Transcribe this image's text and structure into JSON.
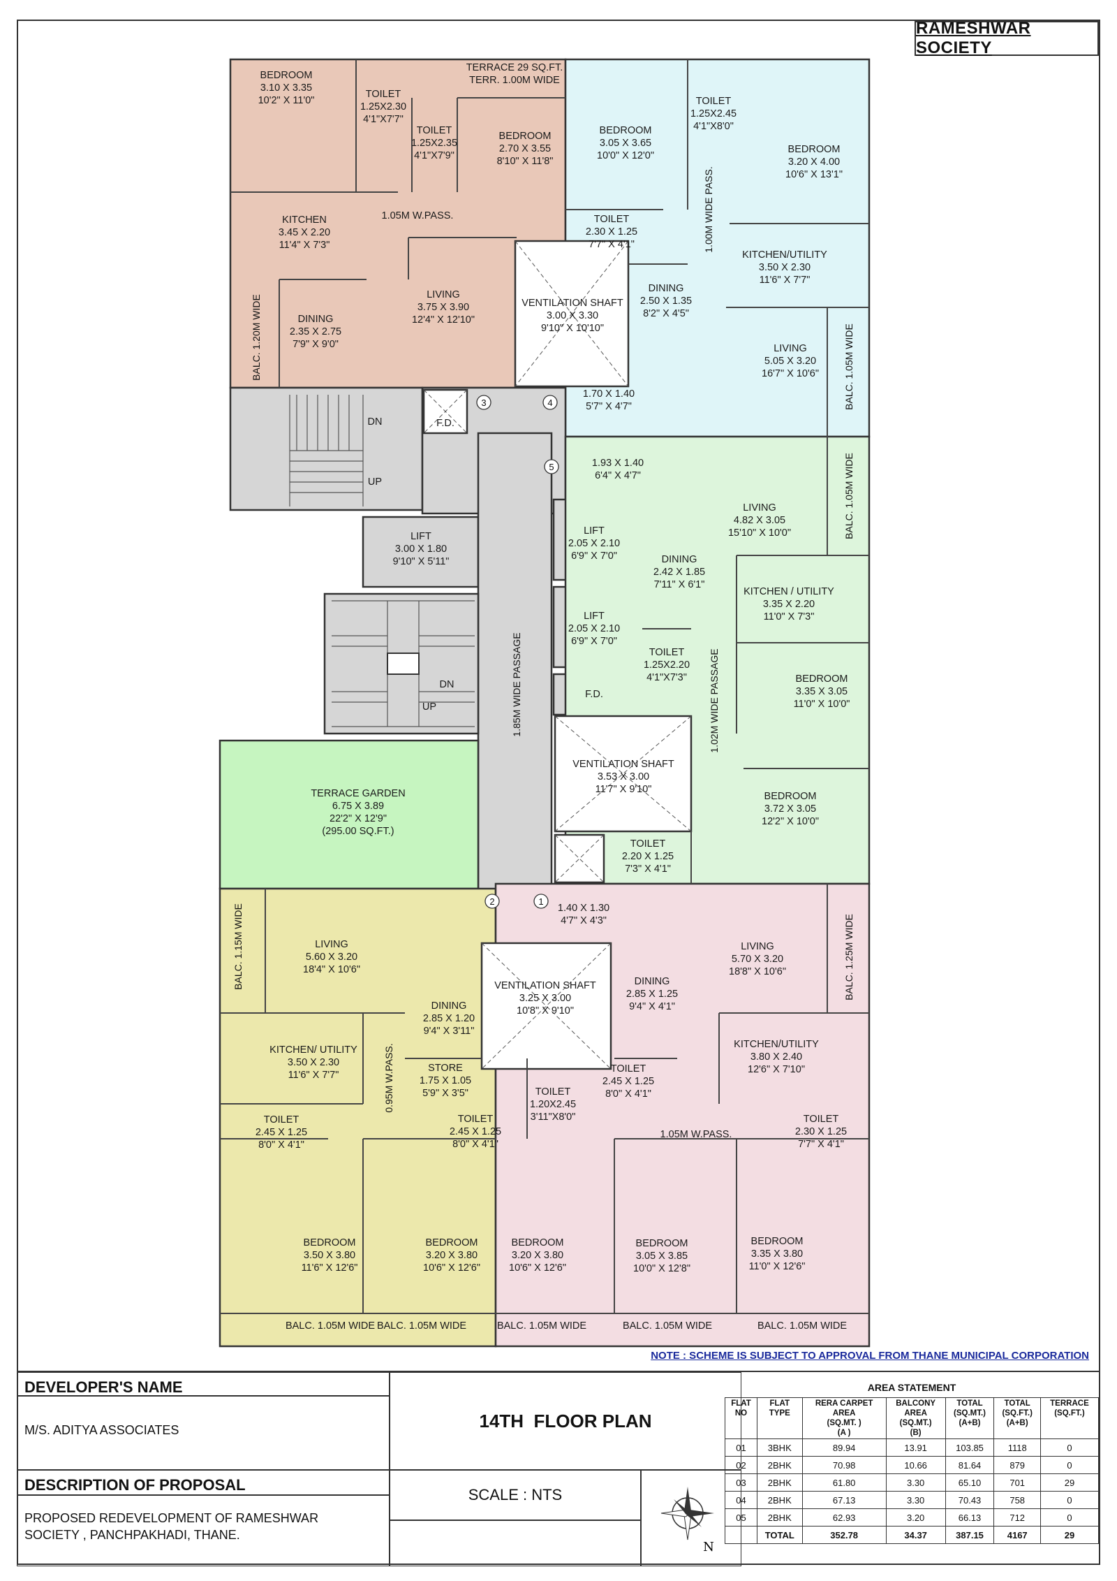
{
  "project_title": "RAMESHWAR SOCIETY",
  "rooms": [
    {
      "id": "f3-bed1",
      "lines": [
        "BEDROOM",
        "3.10 X 3.35",
        "10'2\" X 11'0\""
      ]
    },
    {
      "id": "f3-toilet1",
      "lines": [
        "TOILET",
        "1.25X2.30",
        "4'1\"X7'7\""
      ]
    },
    {
      "id": "f3-toilet2",
      "lines": [
        "TOILET",
        "1.25X2.35",
        "4'1\"X7'9\""
      ]
    },
    {
      "id": "terrace29",
      "lines": [
        "TERRACE 29 SQ.FT.",
        "TERR. 1.00M WIDE"
      ]
    },
    {
      "id": "f3-bed2",
      "lines": [
        "BEDROOM",
        "2.70 X 3.55",
        "8'10\" X 11'8\""
      ]
    },
    {
      "id": "f3-kitchen",
      "lines": [
        "KITCHEN",
        "3.45 X 2.20",
        "11'4\" X 7'3\""
      ]
    },
    {
      "id": "f3-pass",
      "lines": [
        "1.05M W.PASS."
      ]
    },
    {
      "id": "f3-living",
      "lines": [
        "LIVING",
        "3.75 X 3.90",
        "12'4\" X 12'10\""
      ]
    },
    {
      "id": "f3-dining",
      "lines": [
        "DINING",
        "2.35 X 2.75",
        "7'9\" X 9'0\""
      ]
    },
    {
      "id": "vs1",
      "lines": [
        "VENTILATION SHAFT",
        "3.00 X 3.30",
        "9'10\" X 10'10\""
      ]
    },
    {
      "id": "f4-bed1",
      "lines": [
        "BEDROOM",
        "3.05 X 3.65",
        "10'0\" X 12'0\""
      ]
    },
    {
      "id": "f4-toilet1",
      "lines": [
        "TOILET",
        "1.25X2.45",
        "4'1\"X8'0\""
      ]
    },
    {
      "id": "f4-bed2",
      "lines": [
        "BEDROOM",
        "3.20 X 4.00",
        "10'6\" X 13'1\""
      ]
    },
    {
      "id": "f4-toilet2",
      "lines": [
        "TOILET",
        "2.30 X 1.25",
        "7'7\" X 4'1\""
      ]
    },
    {
      "id": "f4-kitchen",
      "lines": [
        "KITCHEN/UTILITY",
        "3.50 X 2.30",
        "11'6\" X 7'7\""
      ]
    },
    {
      "id": "f4-dining",
      "lines": [
        "DINING",
        "2.50 X 1.35",
        "8'2\" X 4'5\""
      ]
    },
    {
      "id": "f4-living",
      "lines": [
        "LIVING",
        "5.05 X 3.20",
        "16'7\" X 10'6\""
      ]
    },
    {
      "id": "f4-foyer",
      "lines": [
        "1.70 X 1.40",
        "5'7\" X 4'7\""
      ]
    },
    {
      "id": "stair-dn",
      "lines": [
        "DN"
      ]
    },
    {
      "id": "stair-up",
      "lines": [
        "UP"
      ]
    },
    {
      "id": "fd1",
      "lines": [
        "F.D."
      ]
    },
    {
      "id": "f5-foyer",
      "lines": [
        "1.93 X 1.40",
        "6'4\" X 4'7\""
      ]
    },
    {
      "id": "f5-living",
      "lines": [
        "LIVING",
        "4.82 X 3.05",
        "15'10\" X 10'0\""
      ]
    },
    {
      "id": "lift1",
      "lines": [
        "LIFT",
        "3.00 X 1.80",
        "9'10\" X 5'11\""
      ]
    },
    {
      "id": "lift2",
      "lines": [
        "LIFT",
        "2.05 X 2.10",
        "6'9\" X 7'0\""
      ]
    },
    {
      "id": "lift3",
      "lines": [
        "LIFT",
        "2.05 X 2.10",
        "6'9\" X 7'0\""
      ]
    },
    {
      "id": "f5-dining",
      "lines": [
        "DINING",
        "2.42 X 1.85",
        "7'11\" X 6'1\""
      ]
    },
    {
      "id": "f5-kitchen",
      "lines": [
        "KITCHEN / UTILITY",
        "3.35 X 2.20",
        "11'0\" X 7'3\""
      ]
    },
    {
      "id": "f5-toilet1",
      "lines": [
        "TOILET",
        "1.25X2.20",
        "4'1\"X7'3\""
      ]
    },
    {
      "id": "f5-bed1",
      "lines": [
        "BEDROOM",
        "3.35 X 3.05",
        "11'0\" X 10'0\""
      ]
    },
    {
      "id": "stair2-dn",
      "lines": [
        "DN"
      ]
    },
    {
      "id": "stair2-up",
      "lines": [
        "UP"
      ]
    },
    {
      "id": "fd2",
      "lines": [
        "F.D."
      ]
    },
    {
      "id": "vs2",
      "lines": [
        "VENTILATION SHAFT",
        "3.53 X 3.00",
        "11'7\" X 9'10\""
      ]
    },
    {
      "id": "terrace-garden",
      "lines": [
        "TERRACE GARDEN",
        "6.75 X 3.89",
        "22'2\" X 12'9\"",
        "(295.00 SQ.FT.)"
      ]
    },
    {
      "id": "f5-bed2",
      "lines": [
        "BEDROOM",
        "3.72 X 3.05",
        "12'2\" X 10'0\""
      ]
    },
    {
      "id": "f5-toilet2",
      "lines": [
        "TOILET",
        "2.20 X 1.25",
        "7'3\" X 4'1\""
      ]
    },
    {
      "id": "f1-foyer",
      "lines": [
        "1.40 X 1.30",
        "4'7\" X 4'3\""
      ]
    },
    {
      "id": "f2-living",
      "lines": [
        "LIVING",
        "5.60 X 3.20",
        "18'4\" X 10'6\""
      ]
    },
    {
      "id": "vs3",
      "lines": [
        "VENTILATION SHAFT",
        "3.25 X 3.00",
        "10'8\" X 9'10\""
      ]
    },
    {
      "id": "f1-dining",
      "lines": [
        "DINING",
        "2.85 X 1.25",
        "9'4\" X 4'1\""
      ]
    },
    {
      "id": "f1-living",
      "lines": [
        "LIVING",
        "5.70 X 3.20",
        "18'8\" X 10'6\""
      ]
    },
    {
      "id": "f2-dining",
      "lines": [
        "DINING",
        "2.85 X 1.20",
        "9'4\" X 3'11\""
      ]
    },
    {
      "id": "f2-kitchen",
      "lines": [
        "KITCHEN/ UTILITY",
        "3.50 X 2.30",
        "11'6\" X 7'7\""
      ]
    },
    {
      "id": "f1-kitchen",
      "lines": [
        "KITCHEN/UTILITY",
        "3.80 X 2.40",
        "12'6\" X 7'10\""
      ]
    },
    {
      "id": "f2-store",
      "lines": [
        "STORE",
        "1.75 X 1.05",
        "5'9\" X 3'5\""
      ]
    },
    {
      "id": "f1-toilet1",
      "lines": [
        "TOILET",
        "2.45 X 1.25",
        "8'0\" X 4'1\""
      ]
    },
    {
      "id": "f1-toilet2",
      "lines": [
        "TOILET",
        "1.20X2.45",
        "3'11\"X8'0\""
      ]
    },
    {
      "id": "f2-toilet1",
      "lines": [
        "TOILET",
        "2.45 X 1.25",
        "8'0\" X 4'1\""
      ]
    },
    {
      "id": "f2-toilet2",
      "lines": [
        "TOILET",
        "2.45 X 1.25",
        "8'0\" X 4'1\""
      ]
    },
    {
      "id": "f1-pass",
      "lines": [
        "1.05M W.PASS."
      ]
    },
    {
      "id": "f1-toilet3",
      "lines": [
        "TOILET",
        "2.30 X 1.25",
        "7'7\" X 4'1\""
      ]
    },
    {
      "id": "f2-bed1",
      "lines": [
        "BEDROOM",
        "3.50 X 3.80",
        "11'6\" X 12'6\""
      ]
    },
    {
      "id": "f2-bed2",
      "lines": [
        "BEDROOM",
        "3.20 X 3.80",
        "10'6\" X 12'6\""
      ]
    },
    {
      "id": "f1-bed1",
      "lines": [
        "BEDROOM",
        "3.20 X 3.80",
        "10'6\" X 12'6\""
      ]
    },
    {
      "id": "f1-bed2",
      "lines": [
        "BEDROOM",
        "3.05 X 3.85",
        "10'0\" X 12'8\""
      ]
    },
    {
      "id": "f1-bed3",
      "lines": [
        "BEDROOM",
        "3.35 X 3.80",
        "11'0\" X 12'6\""
      ]
    },
    {
      "id": "balc-b1",
      "lines": [
        "BALC. 1.05M WIDE"
      ]
    },
    {
      "id": "balc-b2",
      "lines": [
        "BALC. 1.05M WIDE"
      ]
    },
    {
      "id": "balc-b3",
      "lines": [
        "BALC. 1.05M WIDE"
      ]
    },
    {
      "id": "balc-b4",
      "lines": [
        "BALC. 1.05M WIDE"
      ]
    },
    {
      "id": "balc-b5",
      "lines": [
        "BALC. 1.05M WIDE"
      ]
    }
  ],
  "vertical_labels": [
    {
      "id": "v-balc-120",
      "text": "BALC. 1.20M WIDE"
    },
    {
      "id": "v-pass-100",
      "text": "1.00M WIDE PASS."
    },
    {
      "id": "v-balc-105a",
      "text": "BALC. 1.05M WIDE"
    },
    {
      "id": "v-balc-105b",
      "text": "BALC. 1.05M WIDE"
    },
    {
      "id": "v-passage-185",
      "text": "1.85M WIDE PASSAGE"
    },
    {
      "id": "v-pass-102",
      "text": "1.02M WIDE PASSAGE"
    },
    {
      "id": "v-balc-115",
      "text": "BALC. 1.15M WIDE"
    },
    {
      "id": "v-balc-125",
      "text": "BALC. 1.25M WIDE"
    },
    {
      "id": "v-pass-095",
      "text": "0.95M W.PASS."
    }
  ],
  "flat_markers": [
    "1",
    "2",
    "3",
    "4",
    "5"
  ],
  "note": "NOTE : SCHEME IS SUBJECT TO APPROVAL FROM THANE MUNICIPAL CORPORATION",
  "title_block": {
    "developer_label": "DEVELOPER'S NAME",
    "developer_name": "M/S. ADITYA ASSOCIATES",
    "description_label": "DESCRIPTION OF PROPOSAL",
    "description_line1": "PROPOSED REDEVELOPMENT OF RAMESHWAR",
    "description_line2": "SOCIETY , PANCHPAKHADI, THANE.",
    "drawing_title": "14TH  FLOOR PLAN",
    "scale": "SCALE : NTS",
    "north_label": "N"
  },
  "area_statement": {
    "title": "AREA STATEMENT",
    "headers": [
      [
        "FLAT",
        "NO"
      ],
      [
        "FLAT",
        "TYPE"
      ],
      [
        "RERA CARPET",
        "AREA",
        "(SQ.MT. )",
        "(A )"
      ],
      [
        "BALCONY",
        "AREA",
        "(SQ.MT.)",
        "(B)"
      ],
      [
        "TOTAL",
        "(SQ.MT.)",
        "(A+B)"
      ],
      [
        "TOTAL",
        "(SQ.FT.)",
        "(A+B)"
      ],
      [
        "TERRACE",
        "(SQ.FT.)"
      ]
    ],
    "rows": [
      [
        "01",
        "3BHK",
        "89.94",
        "13.91",
        "103.85",
        "1118",
        "0"
      ],
      [
        "02",
        "2BHK",
        "70.98",
        "10.66",
        "81.64",
        "879",
        "0"
      ],
      [
        "03",
        "2BHK",
        "61.80",
        "3.30",
        "65.10",
        "701",
        "29"
      ],
      [
        "04",
        "2BHK",
        "67.13",
        "3.30",
        "70.43",
        "758",
        "0"
      ],
      [
        "05",
        "2BHK",
        "62.93",
        "3.20",
        "66.13",
        "712",
        "0"
      ]
    ],
    "total": [
      "",
      "TOTAL",
      "352.78",
      "34.37",
      "387.15",
      "4167",
      "29"
    ]
  },
  "colors": {
    "flat3": "#e9c8b8",
    "flat4": "#dff5f8",
    "flat5": "#ddf5dc",
    "flat2": "#ece8ac",
    "flat1": "#f3dde2",
    "common": "#d6d6d6",
    "terrace_garden": "#c6f5c0",
    "note": "#1a2a9c"
  }
}
